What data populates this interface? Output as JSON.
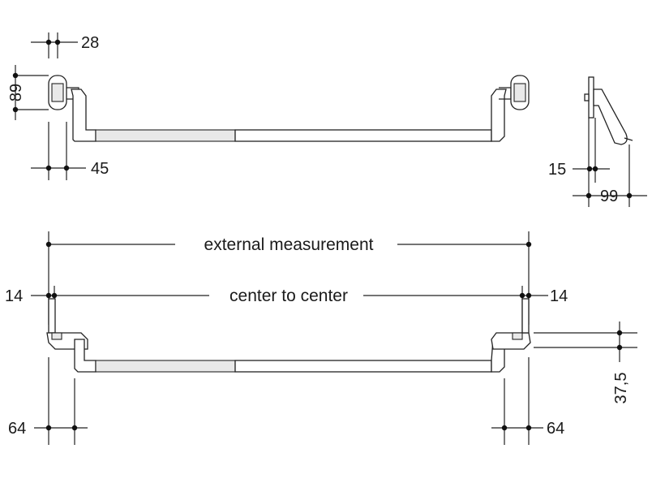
{
  "dimensions": {
    "d28": "28",
    "d89": "89",
    "d45": "45",
    "d15": "15",
    "d99": "99",
    "external": "external measurement",
    "center": "center to center",
    "d14_left": "14",
    "d14_right": "14",
    "d37_5": "37,5",
    "d64_left": "64",
    "d64_right": "64"
  }
}
